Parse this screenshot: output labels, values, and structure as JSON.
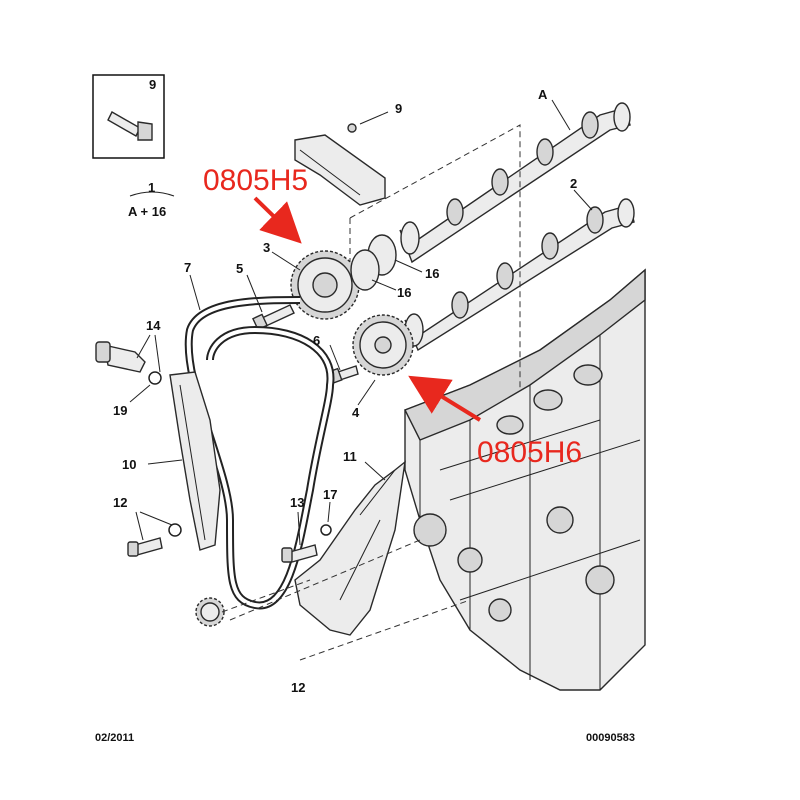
{
  "labels": {
    "n9a": "9",
    "n9b": "9",
    "n1": "1",
    "a16": "A + 16",
    "nA": "A",
    "n2": "2",
    "n3": "3",
    "n5": "5",
    "n7": "7",
    "n16a": "16",
    "n16b": "16",
    "n14": "14",
    "n6": "6",
    "n4": "4",
    "n19": "19",
    "n10": "10",
    "n11": "11",
    "n12a": "12",
    "n13": "13",
    "n17": "17",
    "n12b": "12"
  },
  "callouts": {
    "h5": "0805H5",
    "h6": "0805H6"
  },
  "footer": {
    "date": "02/2011",
    "code": "00090583"
  },
  "colors": {
    "callout": "#e8281e",
    "line": "#222222",
    "part_fill": "#ececec"
  }
}
